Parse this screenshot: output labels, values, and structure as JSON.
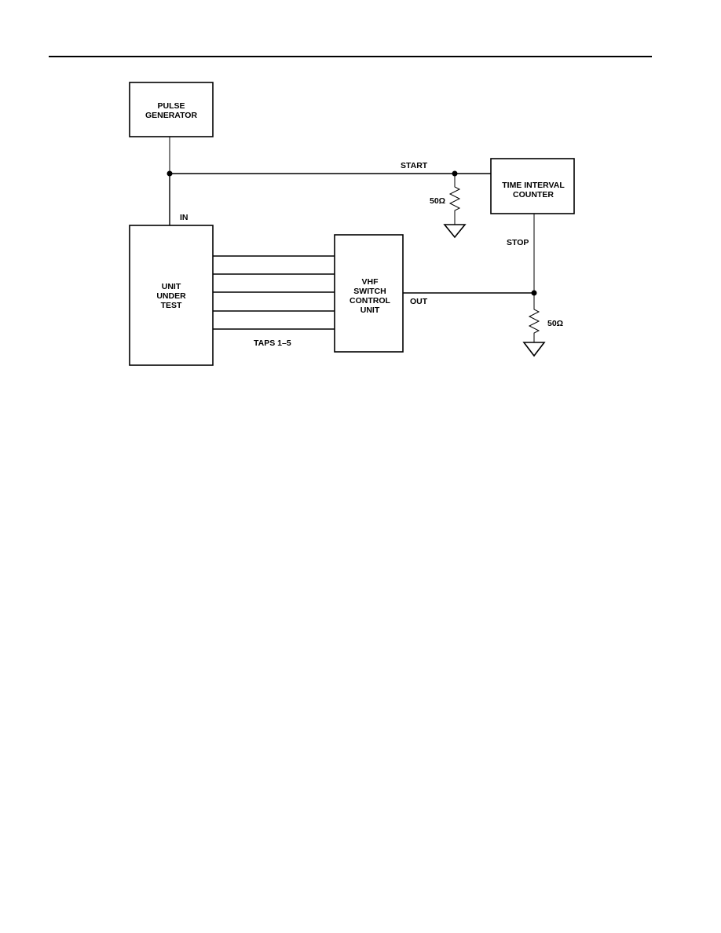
{
  "blocks": {
    "pulse_generator": [
      "PULSE",
      "GENERATOR"
    ],
    "time_interval_counter": [
      "TIME INTERVAL",
      "COUNTER"
    ],
    "unit_under_test": [
      "UNIT",
      "UNDER",
      "TEST"
    ],
    "vhf_switch_control_unit": [
      "VHF",
      "SWITCH",
      "CONTROL",
      "UNIT"
    ]
  },
  "signals": {
    "start": "START",
    "stop": "STOP",
    "in": "IN",
    "out": "OUT",
    "taps": "TAPS 1–5"
  },
  "resistors": {
    "start_load": "50Ω",
    "stop_load": "50Ω"
  }
}
